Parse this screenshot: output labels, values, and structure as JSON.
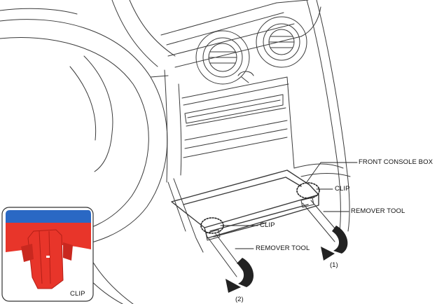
{
  "labels": {
    "front_console_box": "FRONT CONSOLE BOX",
    "clip_right": "CLIP",
    "clip_center": "CLIP",
    "clip_inset": "CLIP",
    "remover_tool_right": "REMOVER TOOL",
    "remover_tool_center": "REMOVER TOOL",
    "step_1": "(1)",
    "step_2": "(2)"
  },
  "colors": {
    "line": "#3a3a3a",
    "clip_red": "#e8352a",
    "clip_dark_red": "#b31f17",
    "panel_blue": "#2a68c4",
    "arrow_dark": "#222222"
  }
}
